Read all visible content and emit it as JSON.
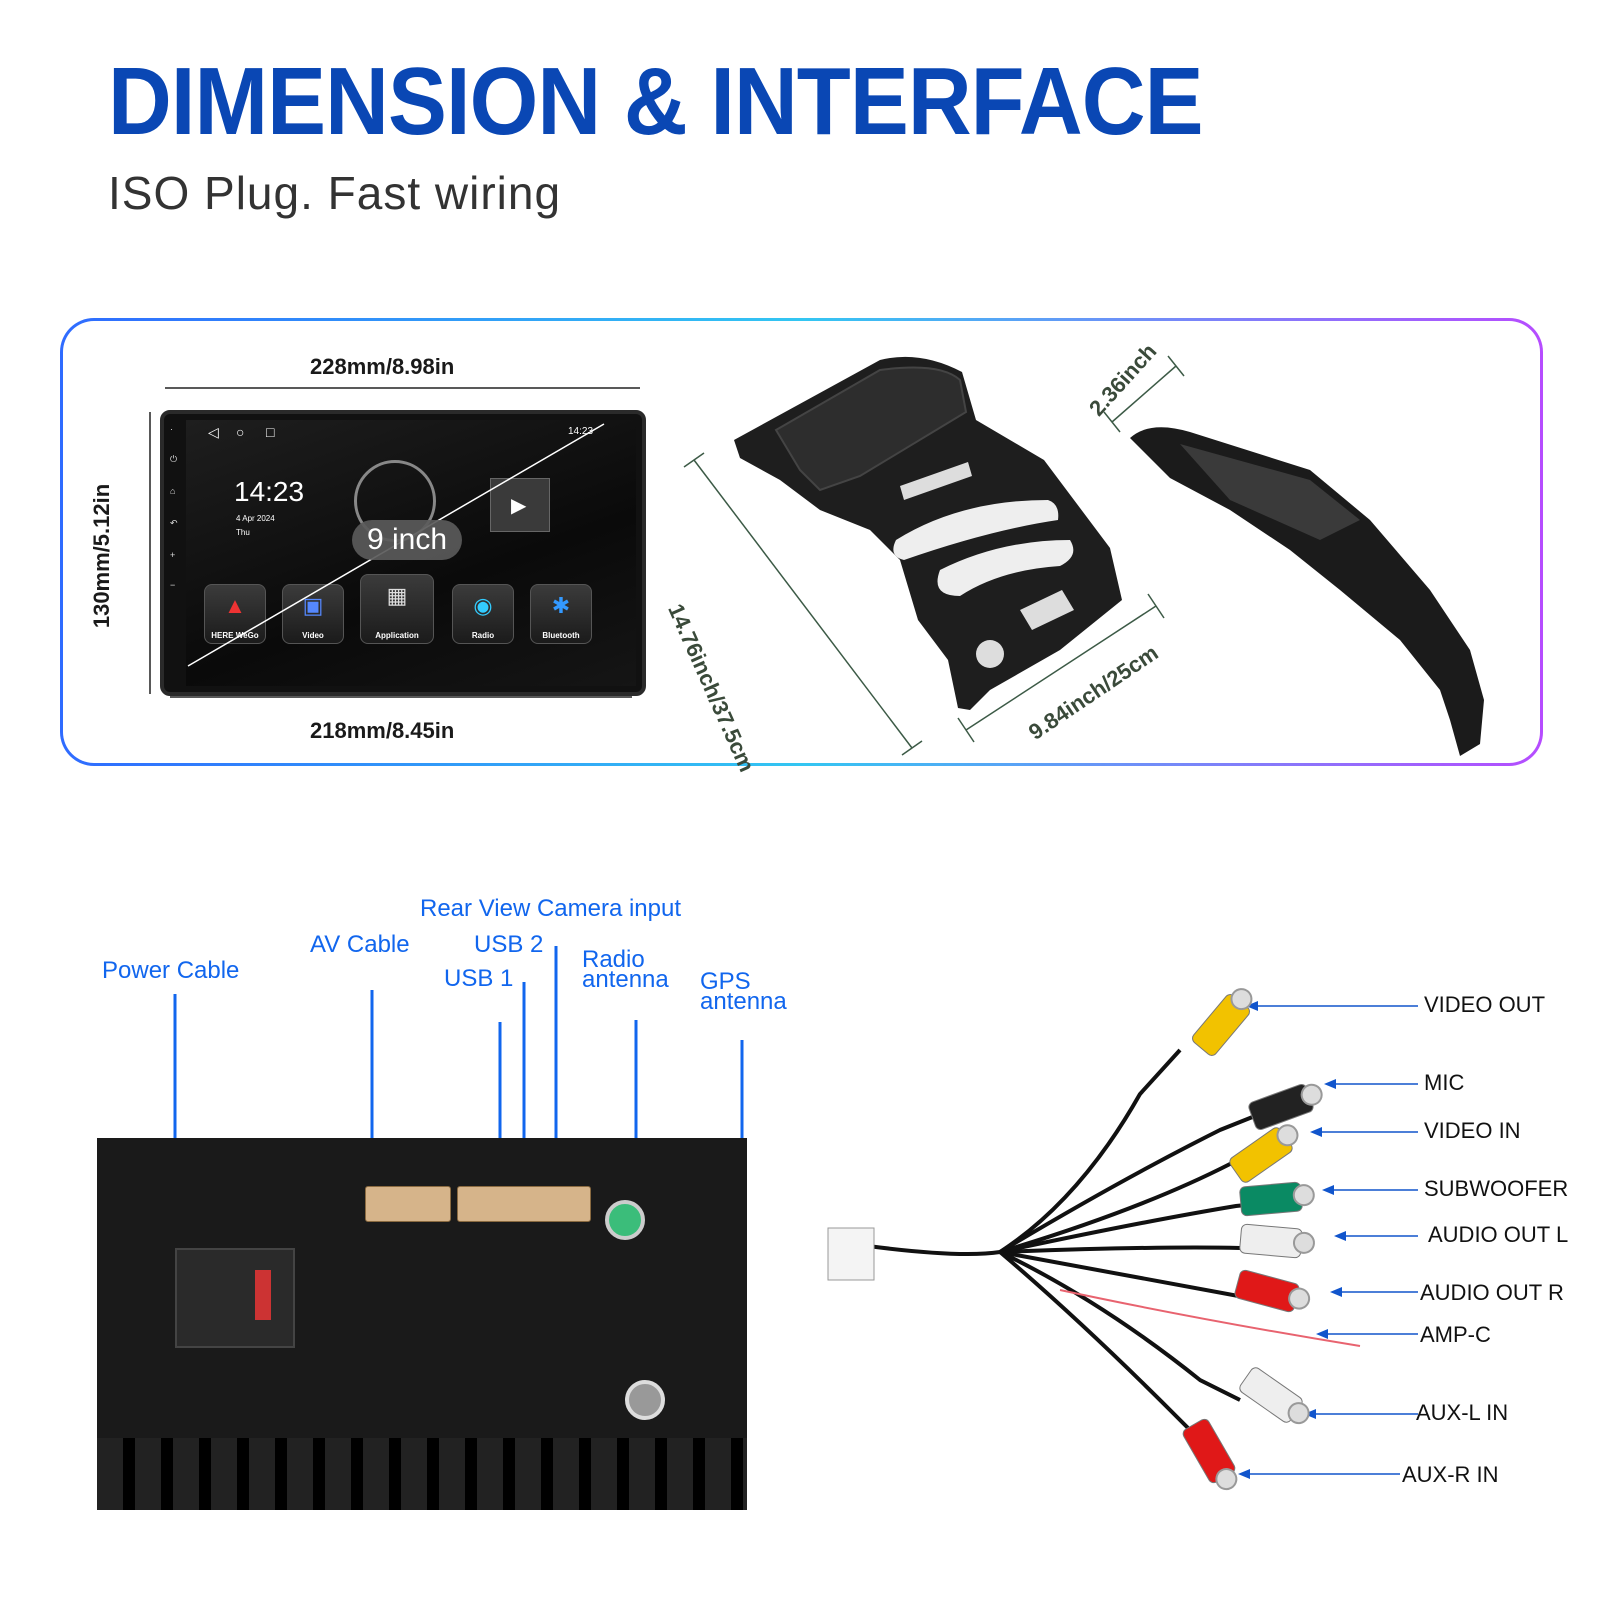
{
  "header": {
    "title": "DIMENSION & INTERFACE",
    "subtitle": "ISO Plug. Fast wiring"
  },
  "dimensions": {
    "top_width": "228mm/8.98in",
    "bottom_width": "218mm/8.45in",
    "height": "130mm/5.12in",
    "screen_size": "9 inch",
    "frame_diagonal": "14.76inch/37.5cm",
    "frame_width": "9.84inch/25cm",
    "depth": "2.36inch"
  },
  "screen": {
    "clock": "14:23",
    "date": "4 Apr 2024",
    "weekday": "Thu",
    "status_time": "14:23",
    "apps": [
      {
        "label": "HERE WeGo",
        "icon": "navigation-icon"
      },
      {
        "label": "Video",
        "icon": "video-icon"
      },
      {
        "label": "Application",
        "icon": "apps-grid-icon"
      },
      {
        "label": "Radio",
        "icon": "radio-icon"
      },
      {
        "label": "Bluetooth",
        "icon": "bluetooth-icon"
      }
    ]
  },
  "rear_ports": {
    "power_cable": "Power Cable",
    "av_cable": "AV Cable",
    "rear_camera": "Rear View Camera input",
    "usb2": "USB 2",
    "usb1": "USB 1",
    "radio_antenna": "Radio\nantenna",
    "gps_antenna": "GPS\nantenna"
  },
  "av_harness": {
    "labels": [
      "VIDEO OUT",
      "MIC",
      "VIDEO IN",
      "SUBWOOFER",
      "AUDIO OUT L",
      "AUDIO OUT R",
      "AMP-C",
      "AUX-L IN",
      "AUX-R IN"
    ],
    "plug_colors": [
      "#f2c200",
      "#222222",
      "#f2c200",
      "#0a8a63",
      "#eeeeee",
      "#e01818",
      "#e01818",
      "#eeeeee",
      "#e01818"
    ]
  }
}
